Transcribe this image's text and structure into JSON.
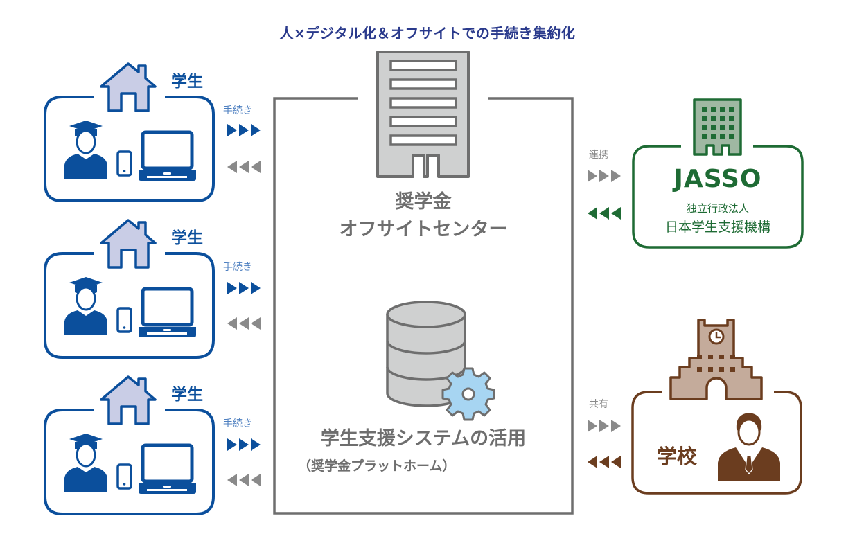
{
  "title": "人×デジタル化＆オフサイトでの手続き集約化",
  "students": [
    {
      "label": "学生",
      "flow_label": "手続き"
    },
    {
      "label": "学生",
      "flow_label": "手続き"
    },
    {
      "label": "学生",
      "flow_label": "手続き"
    }
  ],
  "center": {
    "title_line1": "奨学金",
    "title_line2": "オフサイトセンター",
    "system_title": "学生支援システムの活用",
    "system_subtitle": "（奨学金プラットホーム）"
  },
  "jasso": {
    "flow_label": "連携",
    "name": "JASSO",
    "subtitle1": "独立行政法人",
    "subtitle2": "日本学生支援機構"
  },
  "school": {
    "flow_label": "共有",
    "name": "学校"
  },
  "colors": {
    "title": "#2a3a8c",
    "student_blue": "#0b4f9c",
    "house_fill": "#c9cde6",
    "gray_line": "#6e6e6e",
    "gray_fill": "#cfd0d0",
    "jasso_green": "#1e6b34",
    "jasso_fill": "#9fb8a2",
    "school_brown": "#6b3d1f",
    "school_fill": "#c4ab9b",
    "gear_blue": "#a7d5f2"
  }
}
